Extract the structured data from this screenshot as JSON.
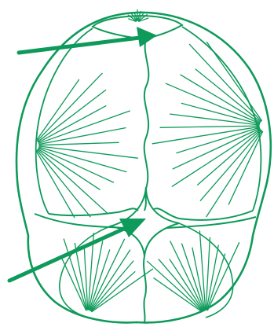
{
  "diagram": {
    "subject": "skull-top-view-fontanelles",
    "colors": {
      "stroke": "#0e9a5a",
      "arrow": "#0e9a5a",
      "background": "#ffffff"
    },
    "arrows": [
      {
        "target": "posterior-fontanelle-marker"
      },
      {
        "target": "anterior-fontanelle-marker"
      }
    ]
  }
}
